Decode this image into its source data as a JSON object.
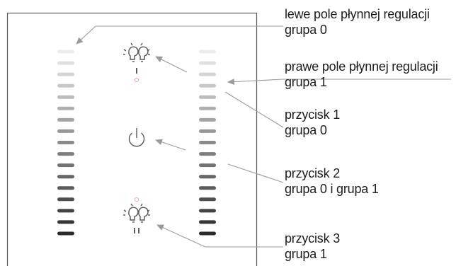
{
  "diagram": {
    "colors": {
      "panel_border": "#5a5a5a",
      "leader_line": "#9a9a9a",
      "slider_light": "#ececec",
      "slider_dark": "#2a2a2a",
      "icon_stroke": "#555555",
      "indicator_dot": "#e8a0a8",
      "text": "#1d1d1d"
    },
    "sliders": {
      "segments_per_slider": 17
    },
    "icons": {
      "top_bulb": {
        "icon": "light-bulb-pair-icon",
        "mark": "I"
      },
      "power": {
        "icon": "power-icon"
      },
      "bottom_bulb": {
        "icon": "light-bulb-pair-icon",
        "mark": "II"
      }
    },
    "callouts": [
      {
        "id": "left-slider",
        "line1": "lewe pole płynnej regulacji",
        "line2": "grupa 0"
      },
      {
        "id": "right-slider",
        "line1": "prawe pole płynnej regulacji",
        "line2": "grupa 1"
      },
      {
        "id": "button-1",
        "line1": "przycisk 1",
        "line2": "grupa 0"
      },
      {
        "id": "button-2",
        "line1": "przycisk 2",
        "line2": "grupa 0 i grupa 1"
      },
      {
        "id": "button-3",
        "line1": "przycisk 3",
        "line2": "grupa 1"
      }
    ]
  }
}
